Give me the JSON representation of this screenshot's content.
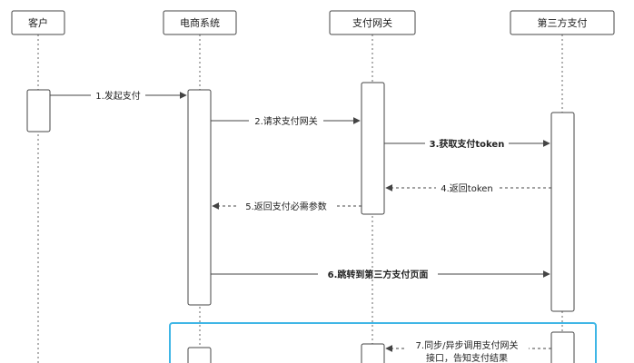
{
  "participants": [
    {
      "id": "client",
      "label": "客户"
    },
    {
      "id": "ecommerce",
      "label": "电商系统"
    },
    {
      "id": "gateway",
      "label": "支付网关"
    },
    {
      "id": "thirdparty",
      "label": "第三方支付"
    }
  ],
  "messages": [
    {
      "id": "m1",
      "text": "1.发起支付",
      "from": "client",
      "to": "ecommerce",
      "style": "solid",
      "bold": false
    },
    {
      "id": "m2",
      "text": "2.请求支付网关",
      "from": "ecommerce",
      "to": "gateway",
      "style": "solid",
      "bold": false
    },
    {
      "id": "m3",
      "text": "3.获取支付token",
      "from": "gateway",
      "to": "thirdparty",
      "style": "solid",
      "bold": true
    },
    {
      "id": "m4",
      "text": "4.返回token",
      "from": "thirdparty",
      "to": "gateway",
      "style": "dashed",
      "bold": false
    },
    {
      "id": "m5",
      "text": "5.返回支付必需参数",
      "from": "gateway",
      "to": "ecommerce",
      "style": "dashed",
      "bold": false
    },
    {
      "id": "m6",
      "text": "6.跳转到第三方支付页面",
      "from": "ecommerce",
      "to": "thirdparty",
      "style": "solid",
      "bold": true
    },
    {
      "id": "m7",
      "text": "7.同步/异步调用支付网关",
      "text2": "接口，告知支付结果",
      "from": "thirdparty",
      "to": "gateway",
      "style": "dashed",
      "bold": false
    }
  ],
  "colors": {
    "line": "#555555",
    "box_border": "#444444",
    "frame": "#3fb6e6"
  }
}
